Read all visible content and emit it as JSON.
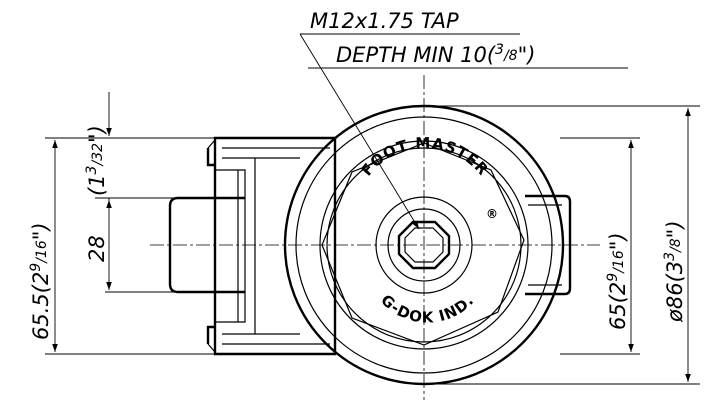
{
  "callout": {
    "line1": "M12x1.75 TAP",
    "line2_prefix": "DEPTH MIN 10(",
    "line2_num": "3",
    "line2_den": "/8",
    "line2_suffix": "\")"
  },
  "dims": {
    "overall_height": {
      "prefix": "65.5(2",
      "num": "9",
      "den": "/16",
      "suffix": "\")"
    },
    "offset": {
      "prefix": "(1",
      "num": "3",
      "den": "/32",
      "suffix": "\")"
    },
    "boss": {
      "text": "28"
    },
    "inner_height": {
      "prefix": "65(2",
      "num": "9",
      "den": "/16",
      "suffix": "\")"
    },
    "diameter": {
      "prefix": "ø86(3",
      "num": "3",
      "den": "/8",
      "suffix": "\")"
    }
  },
  "logo": {
    "top": "FOOT MASTER",
    "registered": "®",
    "bottom": "G-DOK IND."
  },
  "colors": {
    "line": "#000000",
    "background": "#ffffff"
  }
}
